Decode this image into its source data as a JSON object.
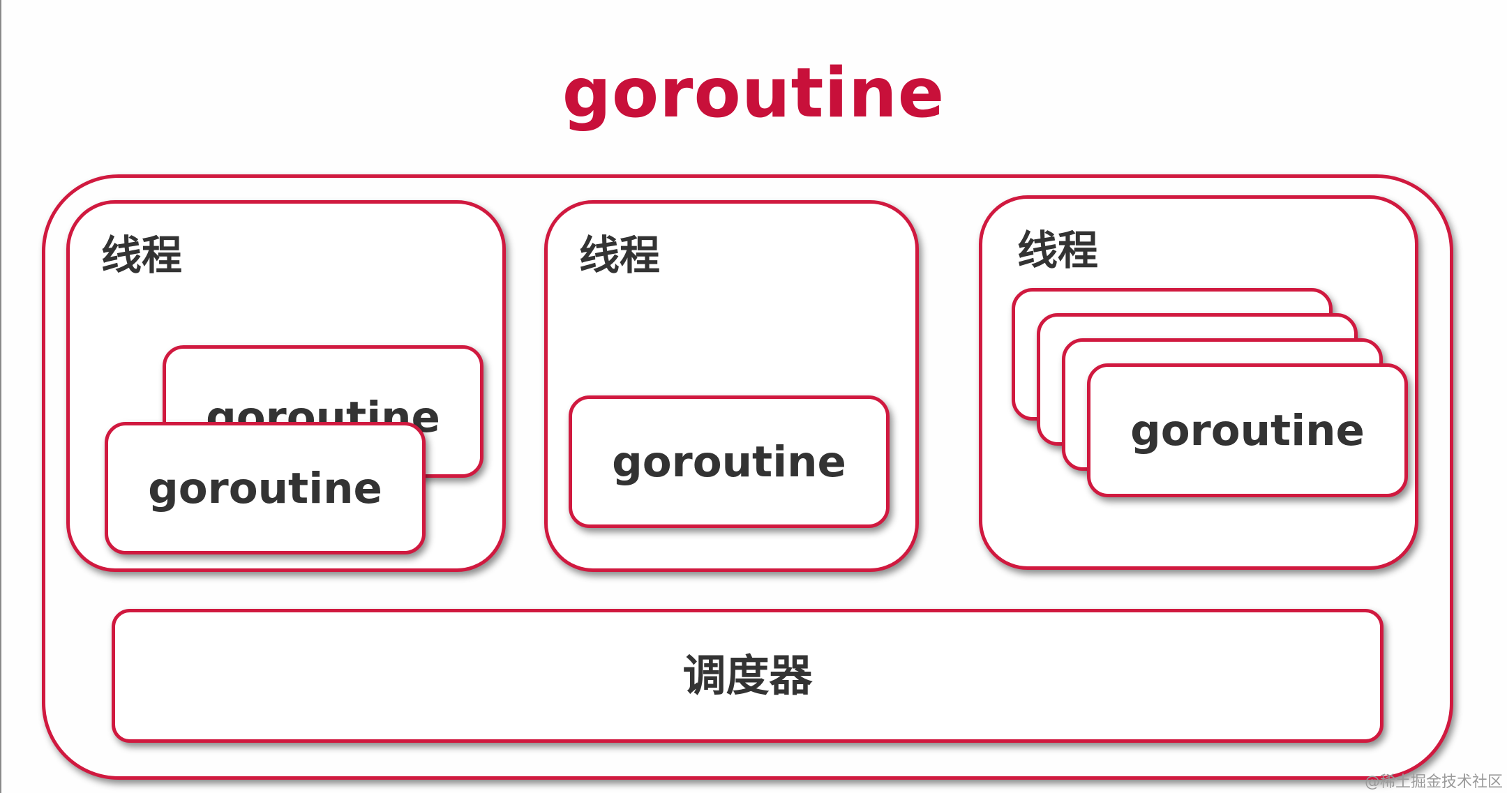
{
  "title": "goroutine",
  "threads": [
    {
      "label": "线程",
      "goroutines": [
        "goroutine",
        "goroutine"
      ]
    },
    {
      "label": "线程",
      "goroutines": [
        "goroutine"
      ]
    },
    {
      "label": "线程",
      "goroutines": [
        "goroutine"
      ]
    }
  ],
  "scheduler": {
    "label": "调度器"
  },
  "watermark": "@稀土掘金技术社区",
  "colors": {
    "accent": "#c8103a",
    "border": "#d0193f",
    "text": "#333333"
  }
}
